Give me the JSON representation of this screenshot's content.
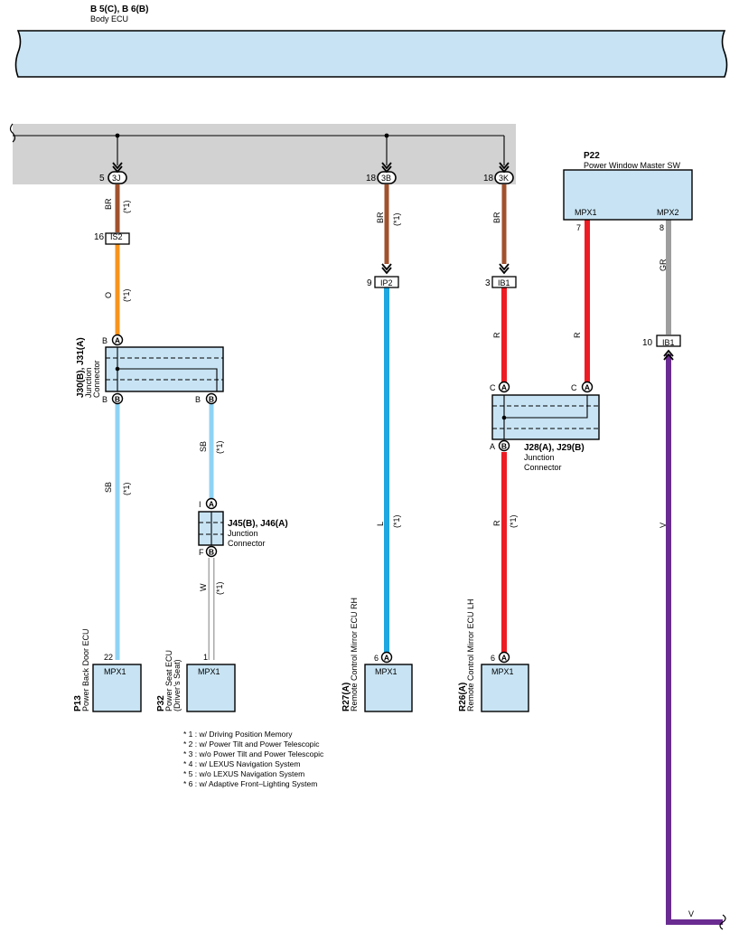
{
  "body_ecu": {
    "code": "B 5(C), B 6(B)",
    "name": "Body ECU"
  },
  "pwm_sw": {
    "code": "P22",
    "name": "Power Window Master SW",
    "pin1": "MPX1",
    "pin2": "MPX2",
    "pin1_no": "7",
    "pin2_no": "8"
  },
  "top_connectors": [
    {
      "pin": "5",
      "id": "3J"
    },
    {
      "pin": "18",
      "id": "3B"
    },
    {
      "pin": "18",
      "id": "3K"
    }
  ],
  "inline_connectors": [
    {
      "pin": "16",
      "id": "IS2"
    },
    {
      "pin": "9",
      "id": "IP2"
    },
    {
      "pin": "3",
      "id": "IB1"
    },
    {
      "pin": "10",
      "id": "IB1"
    }
  ],
  "wire_colors": {
    "br": "BR",
    "o": "O",
    "sb": "SB",
    "w": "W",
    "l": "L",
    "r": "R",
    "gr": "GR",
    "v": "V"
  },
  "note_mark": "(*1)",
  "junction_j30": {
    "codes": "J30(B), J31(A)",
    "line1": "Junction",
    "line2": "Connector",
    "pin_b": "B",
    "sub_a": "A",
    "sub_b": "B"
  },
  "junction_j28": {
    "codes": "J28(A), J29(B)",
    "line1": "Junction",
    "line2": "Connector",
    "pin_c": "C",
    "pin_a": "A",
    "sub_a": "A",
    "sub_b": "B"
  },
  "junction_j45": {
    "codes": "J45(B), J46(A)",
    "line1": "Junction",
    "line2": "Connector",
    "pin_i": "I",
    "pin_f": "F",
    "sub_a": "A",
    "sub_b": "B"
  },
  "ecus": [
    {
      "pin": "22",
      "term": "MPX1",
      "code": "P13",
      "name1": "Power Back Door ECU",
      "name2": ""
    },
    {
      "pin": "1",
      "term": "MPX1",
      "code": "P32",
      "name1": "Power Seat ECU",
      "name2": "(Driver’s Seat)"
    },
    {
      "pin": "6",
      "term": "MPX1",
      "code": "R27(A)",
      "name1": "Remote Control Mirror ECU RH",
      "name2": "",
      "sub": "A"
    },
    {
      "pin": "6",
      "term": "MPX1",
      "code": "R26(A)",
      "name1": "Remote Control Mirror ECU LH",
      "name2": "",
      "sub": "A"
    }
  ],
  "notes": [
    "* 1 : w/ Driving Position Memory",
    "* 2 : w/ Power Tilt and Power Telescopic",
    "* 3 : w/o Power Tilt and Power Telescopic",
    "* 4 : w/ LEXUS Navigation System",
    "* 5 : w/o LEXUS Navigation System",
    "* 6 : w/ Adaptive Front–Lighting System"
  ],
  "colors": {
    "brown": "#a0522d",
    "orange": "#f7941d",
    "light_blue": "#8fd3f4",
    "blue": "#1ea7e1",
    "red": "#ed1c24",
    "gray": "#9e9e9e",
    "violet": "#6a2c91",
    "white_wire": "#ffffff",
    "box_fill": "#c8e4f4",
    "gray_band": "#d2d2d2"
  }
}
